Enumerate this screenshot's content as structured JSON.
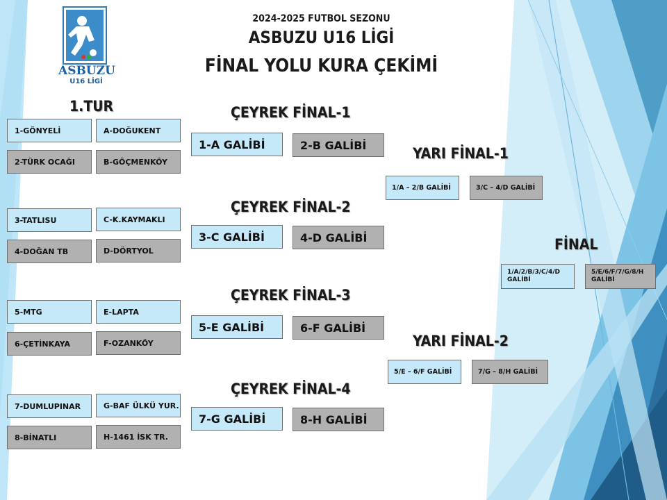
{
  "header": {
    "season": "2024-2025  FUTBOL  SEZONU",
    "league": "ASBUZU U16 LİGİ",
    "subtitle": "FİNAL YOLU KURA ÇEKİMİ"
  },
  "logo": {
    "name": "ASBUZU",
    "sub": "U16 LİGİ"
  },
  "colors": {
    "blue_box": "#c6e9fa",
    "gray_box": "#b1b1b1",
    "accent": "#2f76a6"
  },
  "rounds": {
    "first": "1.TUR",
    "qf1": "ÇEYREK FİNAL-1",
    "qf2": "ÇEYREK FİNAL-2",
    "qf3": "ÇEYREK FİNAL-3",
    "qf4": "ÇEYREK FİNAL-4",
    "sf1": "YARI FİNAL-1",
    "sf2": "YARI FİNAL-2",
    "final": "FİNAL"
  },
  "teams_left": [
    "1-GÖNYELİ",
    "2-TÜRK  OCAĞI",
    "3-TATLISU",
    "4-DOĞAN TB",
    "5-MTG",
    "6-ÇETİNKAYA",
    "7-DUMLUPINAR",
    "8-BİNATLI"
  ],
  "teams_right": [
    "A-DOĞUKENT",
    "B-GÖÇMENKÖY",
    "C-K.KAYMAKLI",
    "D-DÖRTYOL",
    "E-LAPTA",
    "F-OZANKÖY",
    "G-BAF ÜLKÜ YUR.",
    "H-1461 İSK TR."
  ],
  "quarterfinal": [
    "1-A GALİBİ",
    "2-B GALİBİ",
    "3-C GALİBİ",
    "4-D GALİBİ",
    "5-E GALİBİ",
    "6-F GALİBİ",
    "7-G GALİBİ",
    "8-H GALİBİ"
  ],
  "semifinal": [
    "1/A – 2/B GALİBİ",
    "3/C – 4/D GALİBİ",
    "5/E – 6/F GALİBİ",
    "7/G – 8/H GALİBİ"
  ],
  "final": [
    "1/A/2/B/3/C/4/D GALİBİ",
    "5/E/6/F/7/G/8/H GALİBİ"
  ]
}
